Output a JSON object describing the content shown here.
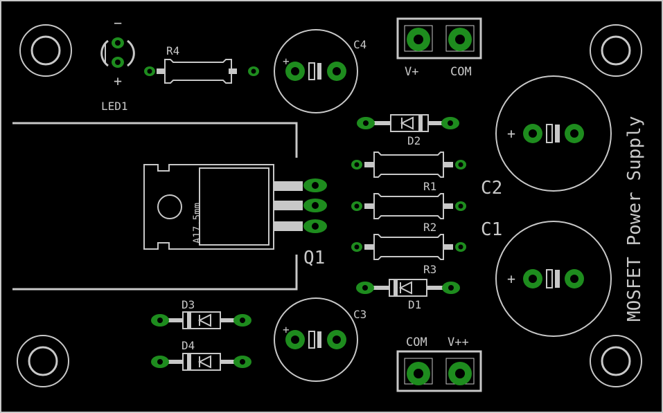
{
  "title_text": "MOSFET Power Supply",
  "colors": {
    "background": "#000000",
    "silkscreen": "#c8c8c8",
    "copper_pad": "#1e8c1e"
  },
  "labels": {
    "led": "LED1",
    "led_minus": "−",
    "led_plus": "+",
    "r1": "R1",
    "r2": "R2",
    "r3": "R3",
    "r4": "R4",
    "c1": "C1",
    "c2": "C2",
    "c3": "C3",
    "c4": "C4",
    "d1": "D1",
    "d2": "D2",
    "d3": "D3",
    "d4": "D4",
    "q1": "Q1",
    "q1_package": "A17.5mm",
    "top_connector_left": "V+",
    "top_connector_right": "COM",
    "bottom_connector_left": "COM",
    "bottom_connector_right": "V++",
    "cap_plus": "+"
  }
}
